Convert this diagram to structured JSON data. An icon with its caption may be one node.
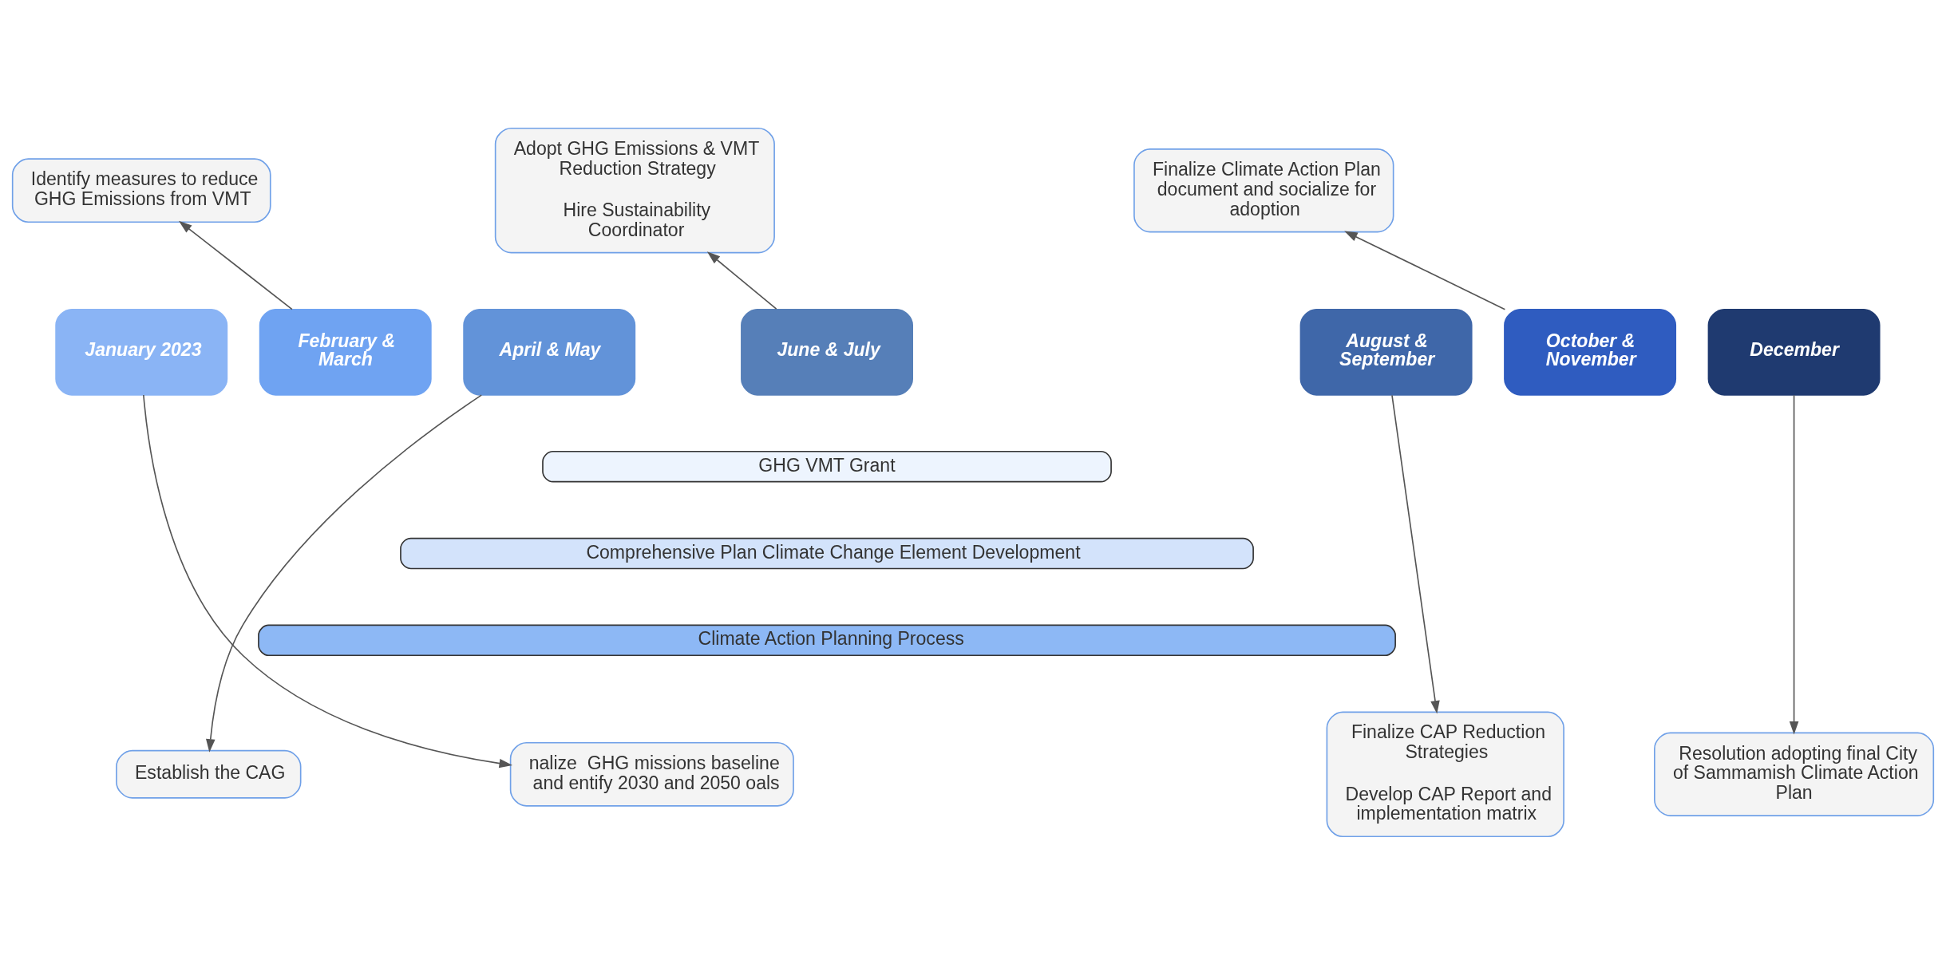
{
  "diagram": {
    "nodes": [
      {
        "text": [
          "Identify measures to reduce GHG Emissions from VMT"
        ]
      },
      {
        "text": [
          "Adopt GHG Emissions & VMT Reduction Strategy",
          "Hire Sustainability Coordinator"
        ]
      },
      {
        "text": [
          "Finalize Climate Action Plan document and socialize for adoption"
        ]
      },
      {
        "text": [
          "January 2023"
        ]
      },
      {
        "text": [
          "February & March"
        ]
      },
      {
        "text": [
          "April & May"
        ]
      },
      {
        "text": [
          "June & July"
        ]
      },
      {
        "text": [
          "August & September"
        ]
      },
      {
        "text": [
          "October & November"
        ]
      },
      {
        "text": [
          "December"
        ]
      },
      {
        "text": [
          "GHG VMT Grant"
        ]
      },
      {
        "text": [
          "Comprehensive Plan Climate Change Element Development"
        ]
      },
      {
        "text": [
          "Climate Action Planning Process"
        ]
      },
      {
        "text": [
          "nalize  GHG missions baseline and entify 2030 and 2050 oals"
        ]
      },
      {
        "text": [
          "Establish the CAG"
        ]
      },
      {
        "text": [
          "Finalize CAP Reduction Strategies",
          "Develop CAP Report and implementation matrix"
        ]
      },
      {
        "text": [
          "Resolution adopting final City of Sammamish Climate Action Plan"
        ]
      }
    ],
    "edges": [
      {
        "from": 4,
        "to": 0,
        "arrow": "to"
      },
      {
        "from": 6,
        "to": 1,
        "arrow": "to"
      },
      {
        "from": 8,
        "to": 2,
        "arrow": "to"
      },
      {
        "from": 3,
        "to": 13,
        "arrow": "to"
      },
      {
        "from": 5,
        "to": 14,
        "arrow": "to"
      },
      {
        "from": 7,
        "to": 15,
        "arrow": "to"
      },
      {
        "from": 9,
        "to": 16,
        "arrow": "to"
      }
    ]
  }
}
